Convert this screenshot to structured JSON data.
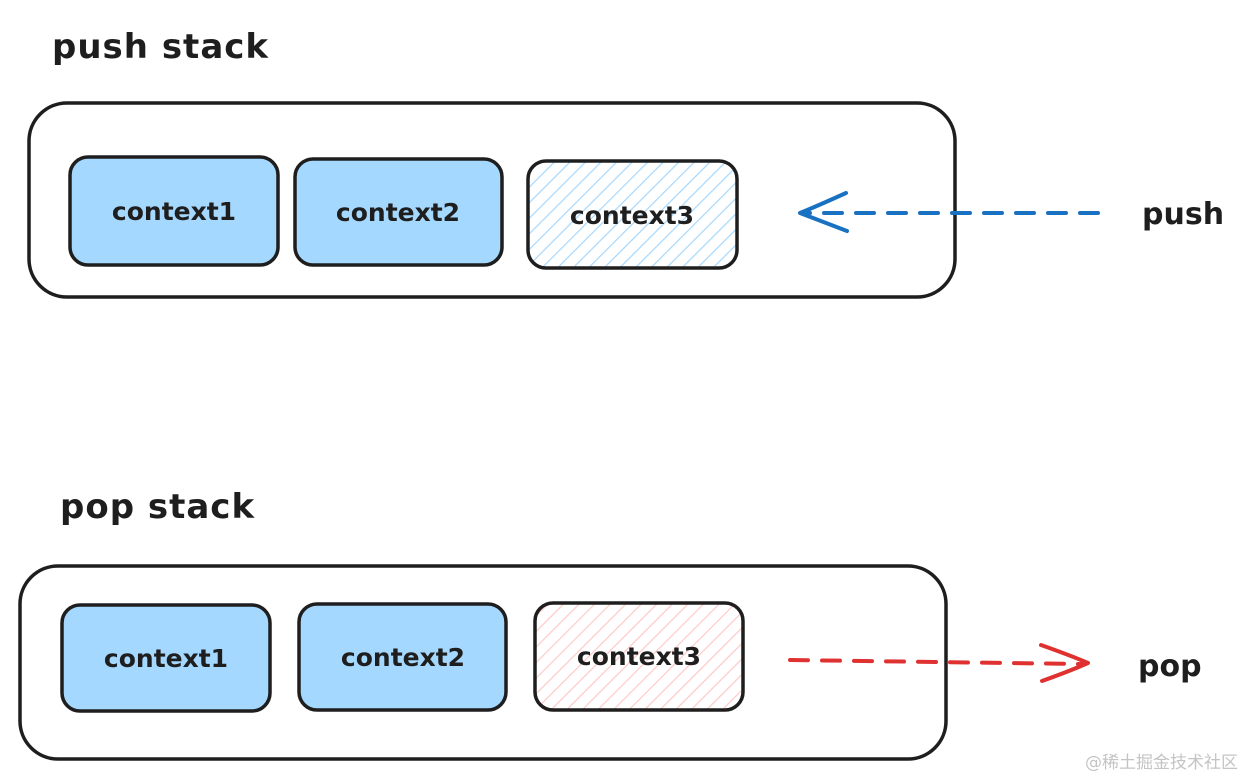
{
  "push_section": {
    "title": "push stack",
    "items": [
      "context1",
      "context2",
      "context3"
    ],
    "arrow_label": "push"
  },
  "pop_section": {
    "title": "pop stack",
    "items": [
      "context1",
      "context2",
      "context3"
    ],
    "arrow_label": "pop"
  },
  "watermark": "@稀土掘金技术社区",
  "colors": {
    "stroke": "#1e1e1e",
    "box_fill": "#a5d8ff",
    "push_hatch": "#a5d8ff",
    "pop_hatch": "#ffc9c9",
    "push_arrow": "#1971c2",
    "pop_arrow": "#e03131"
  }
}
